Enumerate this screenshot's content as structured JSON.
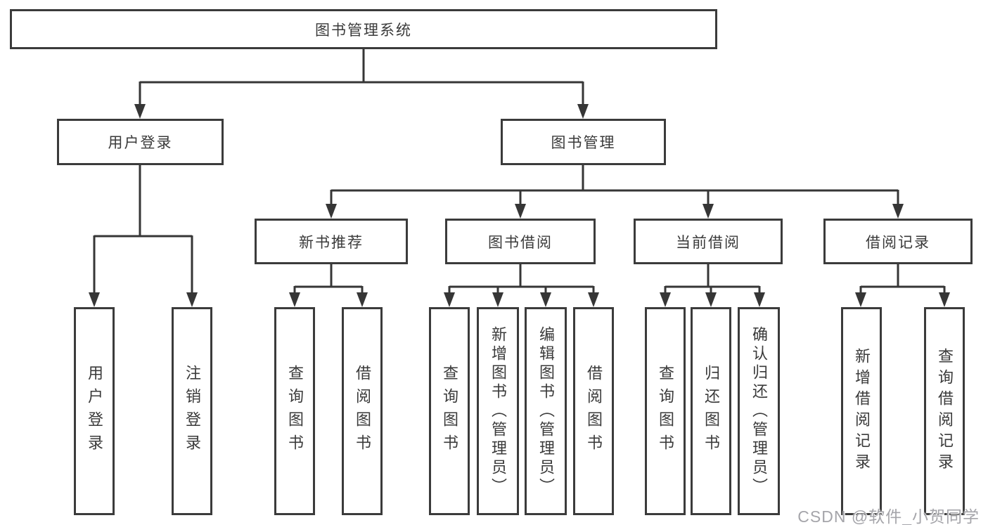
{
  "colors": {
    "line": "#363636",
    "box_border": "#3b3b3b",
    "text": "#3a3a3a",
    "watermark": "#a5a5aa"
  },
  "nodes": {
    "root": "图书管理系统",
    "user_login": "用户登录",
    "book_mgmt": "图书管理",
    "new_book_rec": "新书推荐",
    "book_borrow": "图书借阅",
    "current_borrow": "当前借阅",
    "borrow_records": "借阅记录",
    "ul_user_login": "用户登录",
    "ul_logout": "注销登录",
    "nbr_query_book": "查询图书",
    "nbr_borrow_book": "借阅图书",
    "bb_query_book": "查询图书",
    "bb_add_book": "新增图书（管理员）",
    "bb_edit_book": "编辑图书（管理员）",
    "bb_borrow_book": "借阅图书",
    "cb_query_book": "查询图书",
    "cb_return_book": "归还图书",
    "cb_confirm_return": "确认归还（管理员）",
    "br_add_record": "新增借阅记录",
    "br_query_record": "查询借阅记录"
  },
  "watermark": "CSDN @软件_小贺同学"
}
